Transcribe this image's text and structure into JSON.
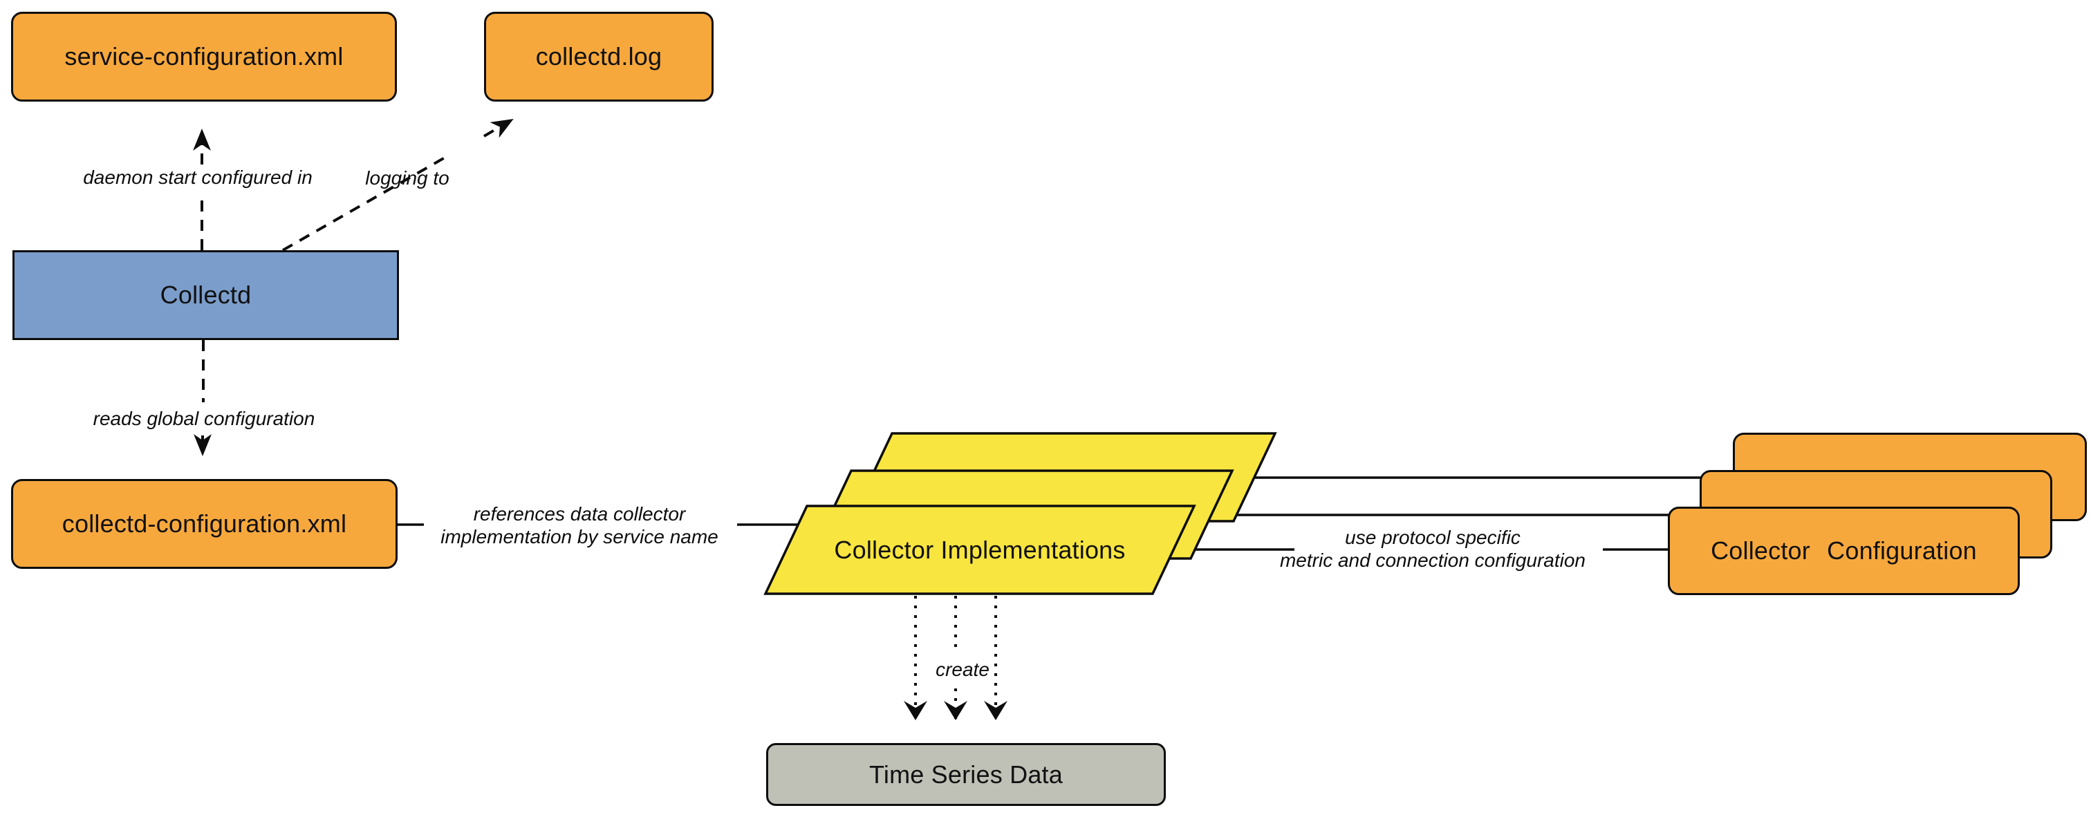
{
  "diagram": {
    "description": "collectd daemon architecture diagram",
    "background": "#ffffff",
    "palette": {
      "node_orange": "#f7a83d",
      "node_blue": "#7b9dcb",
      "node_yellow": "#f8e53f",
      "node_gray": "#bfc0b6",
      "stroke_black": "#0d0d0d"
    },
    "nodes": {
      "service_configuration_xml": {
        "label": "service-configuration.xml",
        "shape": "rounded-rect",
        "fill": "#f7a83d"
      },
      "collectd_log": {
        "label": "collectd.log",
        "shape": "rounded-rect",
        "fill": "#f7a83d"
      },
      "collectd": {
        "label": "Collectd",
        "shape": "rect",
        "fill": "#7b9dcb"
      },
      "collectd_configuration_xml": {
        "label": "collectd-configuration.xml",
        "shape": "rounded-rect",
        "fill": "#f7a83d"
      },
      "collector_implementations": {
        "label": "Collector Implementations",
        "shape": "parallelogram-stack",
        "stack_count": 3,
        "fill": "#f8e53f"
      },
      "collector_configuration": {
        "label": "Collector Configuration",
        "shape": "rounded-rect-stack",
        "stack_count": 3,
        "fill": "#f7a83d"
      },
      "time_series_data": {
        "label": "Time Series Data",
        "shape": "rounded-rect",
        "fill": "#bfc0b6"
      }
    },
    "edges": {
      "daemon_start": {
        "label": "daemon start configured in",
        "from": "collectd",
        "to": "service_configuration_xml",
        "style": "dashed-arrow"
      },
      "logging_to": {
        "label": "logging to",
        "from": "collectd",
        "to": "collectd_log",
        "style": "dashed-arrow"
      },
      "reads_global": {
        "label": "reads global configuration",
        "from": "collectd",
        "to": "collectd_configuration_xml",
        "style": "dashed-arrow"
      },
      "references": {
        "label_line1": "references data collector",
        "label_line2": "implementation by service name",
        "from": "collectd_configuration_xml",
        "to": "collector_implementations",
        "style": "solid-line"
      },
      "use_protocol": {
        "label_line1": "use protocol specific",
        "label_line2": "metric and connection configuration",
        "from": "collector_implementations",
        "to": "collector_configuration",
        "style": "solid-line"
      },
      "create": {
        "label": "create",
        "from": "collector_implementations",
        "to": "time_series_data",
        "style": "dotted-arrows",
        "arrow_count": 3
      }
    }
  }
}
